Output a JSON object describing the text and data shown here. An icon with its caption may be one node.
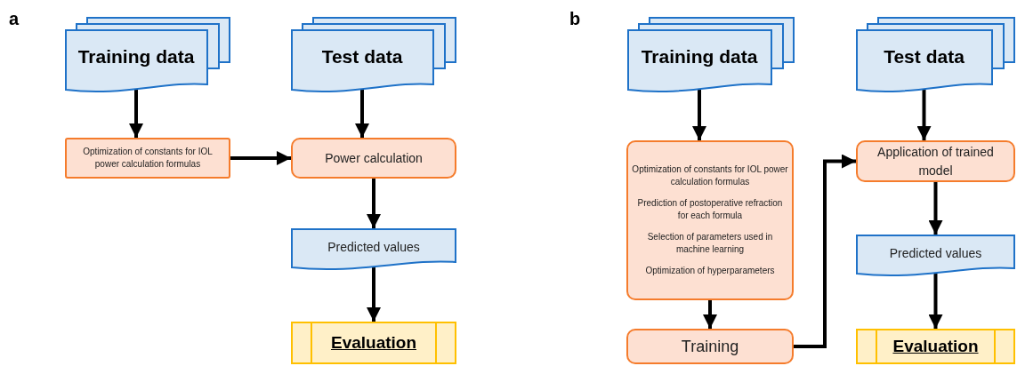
{
  "diagram": {
    "nodes": [
      {
        "text": [
          "Training data"
        ]
      },
      {
        "text": [
          "Test data"
        ]
      },
      {
        "text": [
          "Optimization of constants for IOL power calculation formulas"
        ]
      },
      {
        "text": [
          "Power calculation"
        ]
      },
      {
        "text": [
          "Predicted values"
        ]
      },
      {
        "text": [
          "Evaluation"
        ]
      },
      {
        "text": [
          "Training data"
        ]
      },
      {
        "text": [
          "Test data"
        ]
      },
      {
        "text": [
          "Optimization of constants for IOL power calculation formulas",
          "Prediction of postoperative refraction for each formula",
          "Selection of parameters used in machine learning",
          "Optimization of hyperparameters"
        ]
      },
      {
        "text": [
          "Training"
        ]
      },
      {
        "text": [
          "Application of trained model"
        ]
      },
      {
        "text": [
          "Predicted values"
        ]
      },
      {
        "text": [
          "Evaluation"
        ]
      }
    ],
    "edges": [
      {
        "from": 0,
        "to": 2,
        "arrow": "to"
      },
      {
        "from": 1,
        "to": 3,
        "arrow": "to"
      },
      {
        "from": 2,
        "to": 3,
        "arrow": "to"
      },
      {
        "from": 3,
        "to": 4,
        "arrow": "to"
      },
      {
        "from": 4,
        "to": 5,
        "arrow": "to"
      },
      {
        "from": 6,
        "to": 8,
        "arrow": "to"
      },
      {
        "from": 7,
        "to": 10,
        "arrow": "to"
      },
      {
        "from": 8,
        "to": 9,
        "arrow": "to"
      },
      {
        "from": 9,
        "to": 10,
        "arrow": "to"
      },
      {
        "from": 10,
        "to": 11,
        "arrow": "to"
      },
      {
        "from": 11,
        "to": 12,
        "arrow": "to"
      }
    ],
    "labels": [
      "a",
      "b"
    ]
  }
}
